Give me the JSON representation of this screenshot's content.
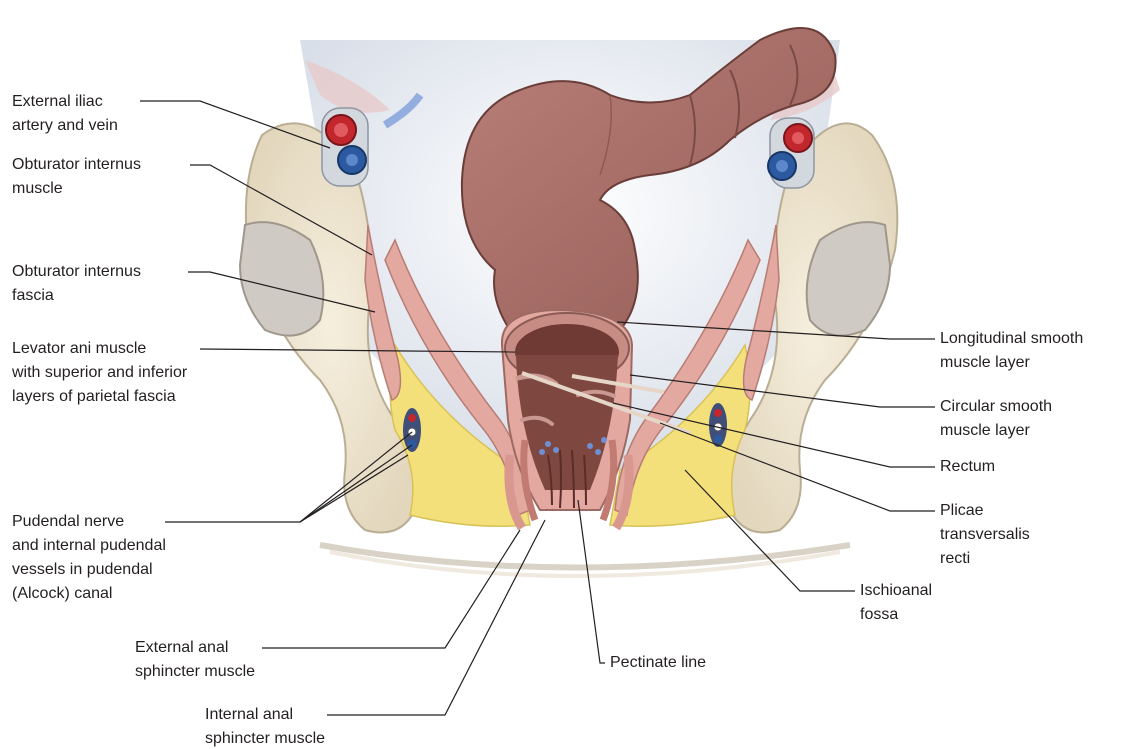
{
  "labels": {
    "external_iliac": "External iliac\nartery and vein",
    "obturator_internus_muscle": "Obturator internus\nmuscle",
    "obturator_internus_fascia": "Obturator internus\nfascia",
    "levator_ani": "Levator ani muscle\nwith superior and inferior\nlayers of parietal fascia",
    "pudendal_nerve": "Pudendal nerve\nand internal pudendal\nvessels in pudendal\n(Alcock) canal",
    "external_anal_sphincter": "External anal\nsphincter muscle",
    "internal_anal_sphincter": "Internal anal\nsphincter muscle",
    "pectinate_line": "Pectinate line",
    "longitudinal_smooth": "Longitudinal smooth\nmuscle layer",
    "circular_smooth": "Circular smooth\nmuscle layer",
    "rectum": "Rectum",
    "plicae": "Plicae\ntransversalis\nrecti",
    "ischioanal_fossa": "Ischioanal\nfossa"
  },
  "colors": {
    "bone": "#efe6d2",
    "bone_edge": "#b9ad94",
    "bone_shade": "#cfc8bd",
    "colon": "#a8716a",
    "colon_dark": "#7a4a45",
    "lumen": "#6e3a33",
    "muscle": "#e3a9a1",
    "fat": "#f4e07a",
    "pelvic_cavity": "#e9edf4",
    "artery": "#c1272d",
    "vein": "#2c5aa0",
    "leader": "#231f20"
  }
}
